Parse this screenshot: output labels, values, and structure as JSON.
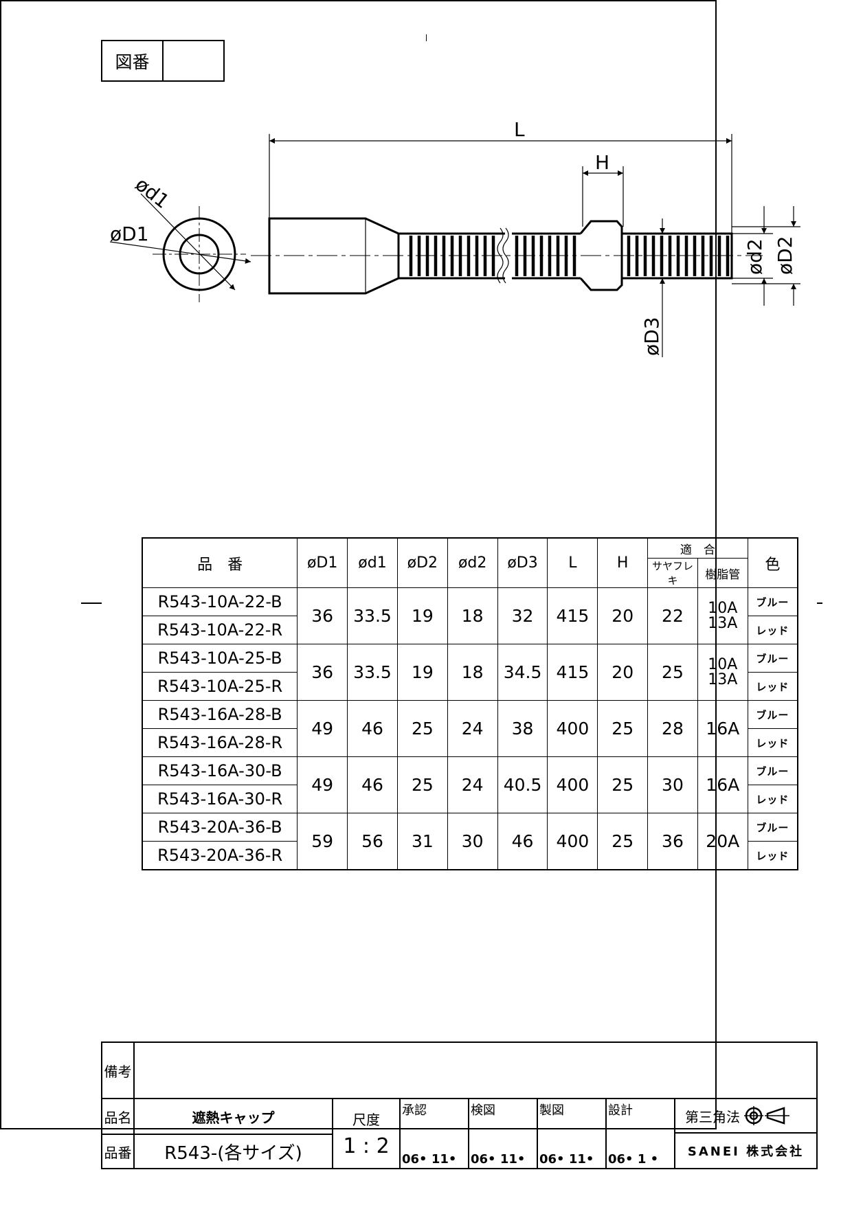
{
  "drawing_number_label": "図番",
  "dims": {
    "L": "L",
    "H": "H",
    "d1": "ød1",
    "D1": "øD1",
    "d2": "ød2",
    "D2": "øD2",
    "D3": "øD3"
  },
  "table": {
    "headers": {
      "part_no": "品　番",
      "D1": "øD1",
      "d1": "ød1",
      "D2": "øD2",
      "d2": "ød2",
      "D3": "øD3",
      "L": "L",
      "H": "H",
      "fit": "適　合",
      "fit_saya": "サヤフレキ",
      "fit_resin": "樹脂管",
      "color": "色"
    },
    "groups": [
      {
        "parts": [
          "R543-10A-22-B",
          "R543-10A-22-R"
        ],
        "D1": "36",
        "d1": "33.5",
        "D2": "19",
        "d2": "18",
        "D3": "32",
        "L": "415",
        "H": "20",
        "saya": "22",
        "resin": "10A\n13A",
        "colors": [
          "ブルー",
          "レッド"
        ]
      },
      {
        "parts": [
          "R543-10A-25-B",
          "R543-10A-25-R"
        ],
        "D1": "36",
        "d1": "33.5",
        "D2": "19",
        "d2": "18",
        "D3": "34.5",
        "L": "415",
        "H": "20",
        "saya": "25",
        "resin": "10A\n13A",
        "colors": [
          "ブルー",
          "レッド"
        ]
      },
      {
        "parts": [
          "R543-16A-28-B",
          "R543-16A-28-R"
        ],
        "D1": "49",
        "d1": "46",
        "D2": "25",
        "d2": "24",
        "D3": "38",
        "L": "400",
        "H": "25",
        "saya": "28",
        "resin": "16A",
        "colors": [
          "ブルー",
          "レッド"
        ]
      },
      {
        "parts": [
          "R543-16A-30-B",
          "R543-16A-30-R"
        ],
        "D1": "49",
        "d1": "46",
        "D2": "25",
        "d2": "24",
        "D3": "40.5",
        "L": "400",
        "H": "25",
        "saya": "30",
        "resin": "16A",
        "colors": [
          "ブルー",
          "レッド"
        ]
      },
      {
        "parts": [
          "R543-20A-36-B",
          "R543-20A-36-R"
        ],
        "D1": "59",
        "d1": "56",
        "D2": "31",
        "d2": "30",
        "D3": "46",
        "L": "400",
        "H": "25",
        "saya": "36",
        "resin": "20A",
        "colors": [
          "ブルー",
          "レッド"
        ]
      }
    ]
  },
  "title_block": {
    "remarks_label": "備考",
    "name_label": "品名",
    "name_value": "遮熱キャップ",
    "number_label": "品番",
    "number_value": "R543-(各サイズ)",
    "scale_label": "尺度",
    "scale_value": "1 : 2",
    "approved_label": "承認",
    "checked_label": "検図",
    "drawn_label": "製図",
    "designed_label": "設計",
    "approved_date": "06• 11•",
    "checked_date": "06• 11•",
    "drawn_date": "06• 11•",
    "designed_date": "06• 1 •",
    "projection_label": "第三角法",
    "company": "SANEI 株式会社"
  }
}
